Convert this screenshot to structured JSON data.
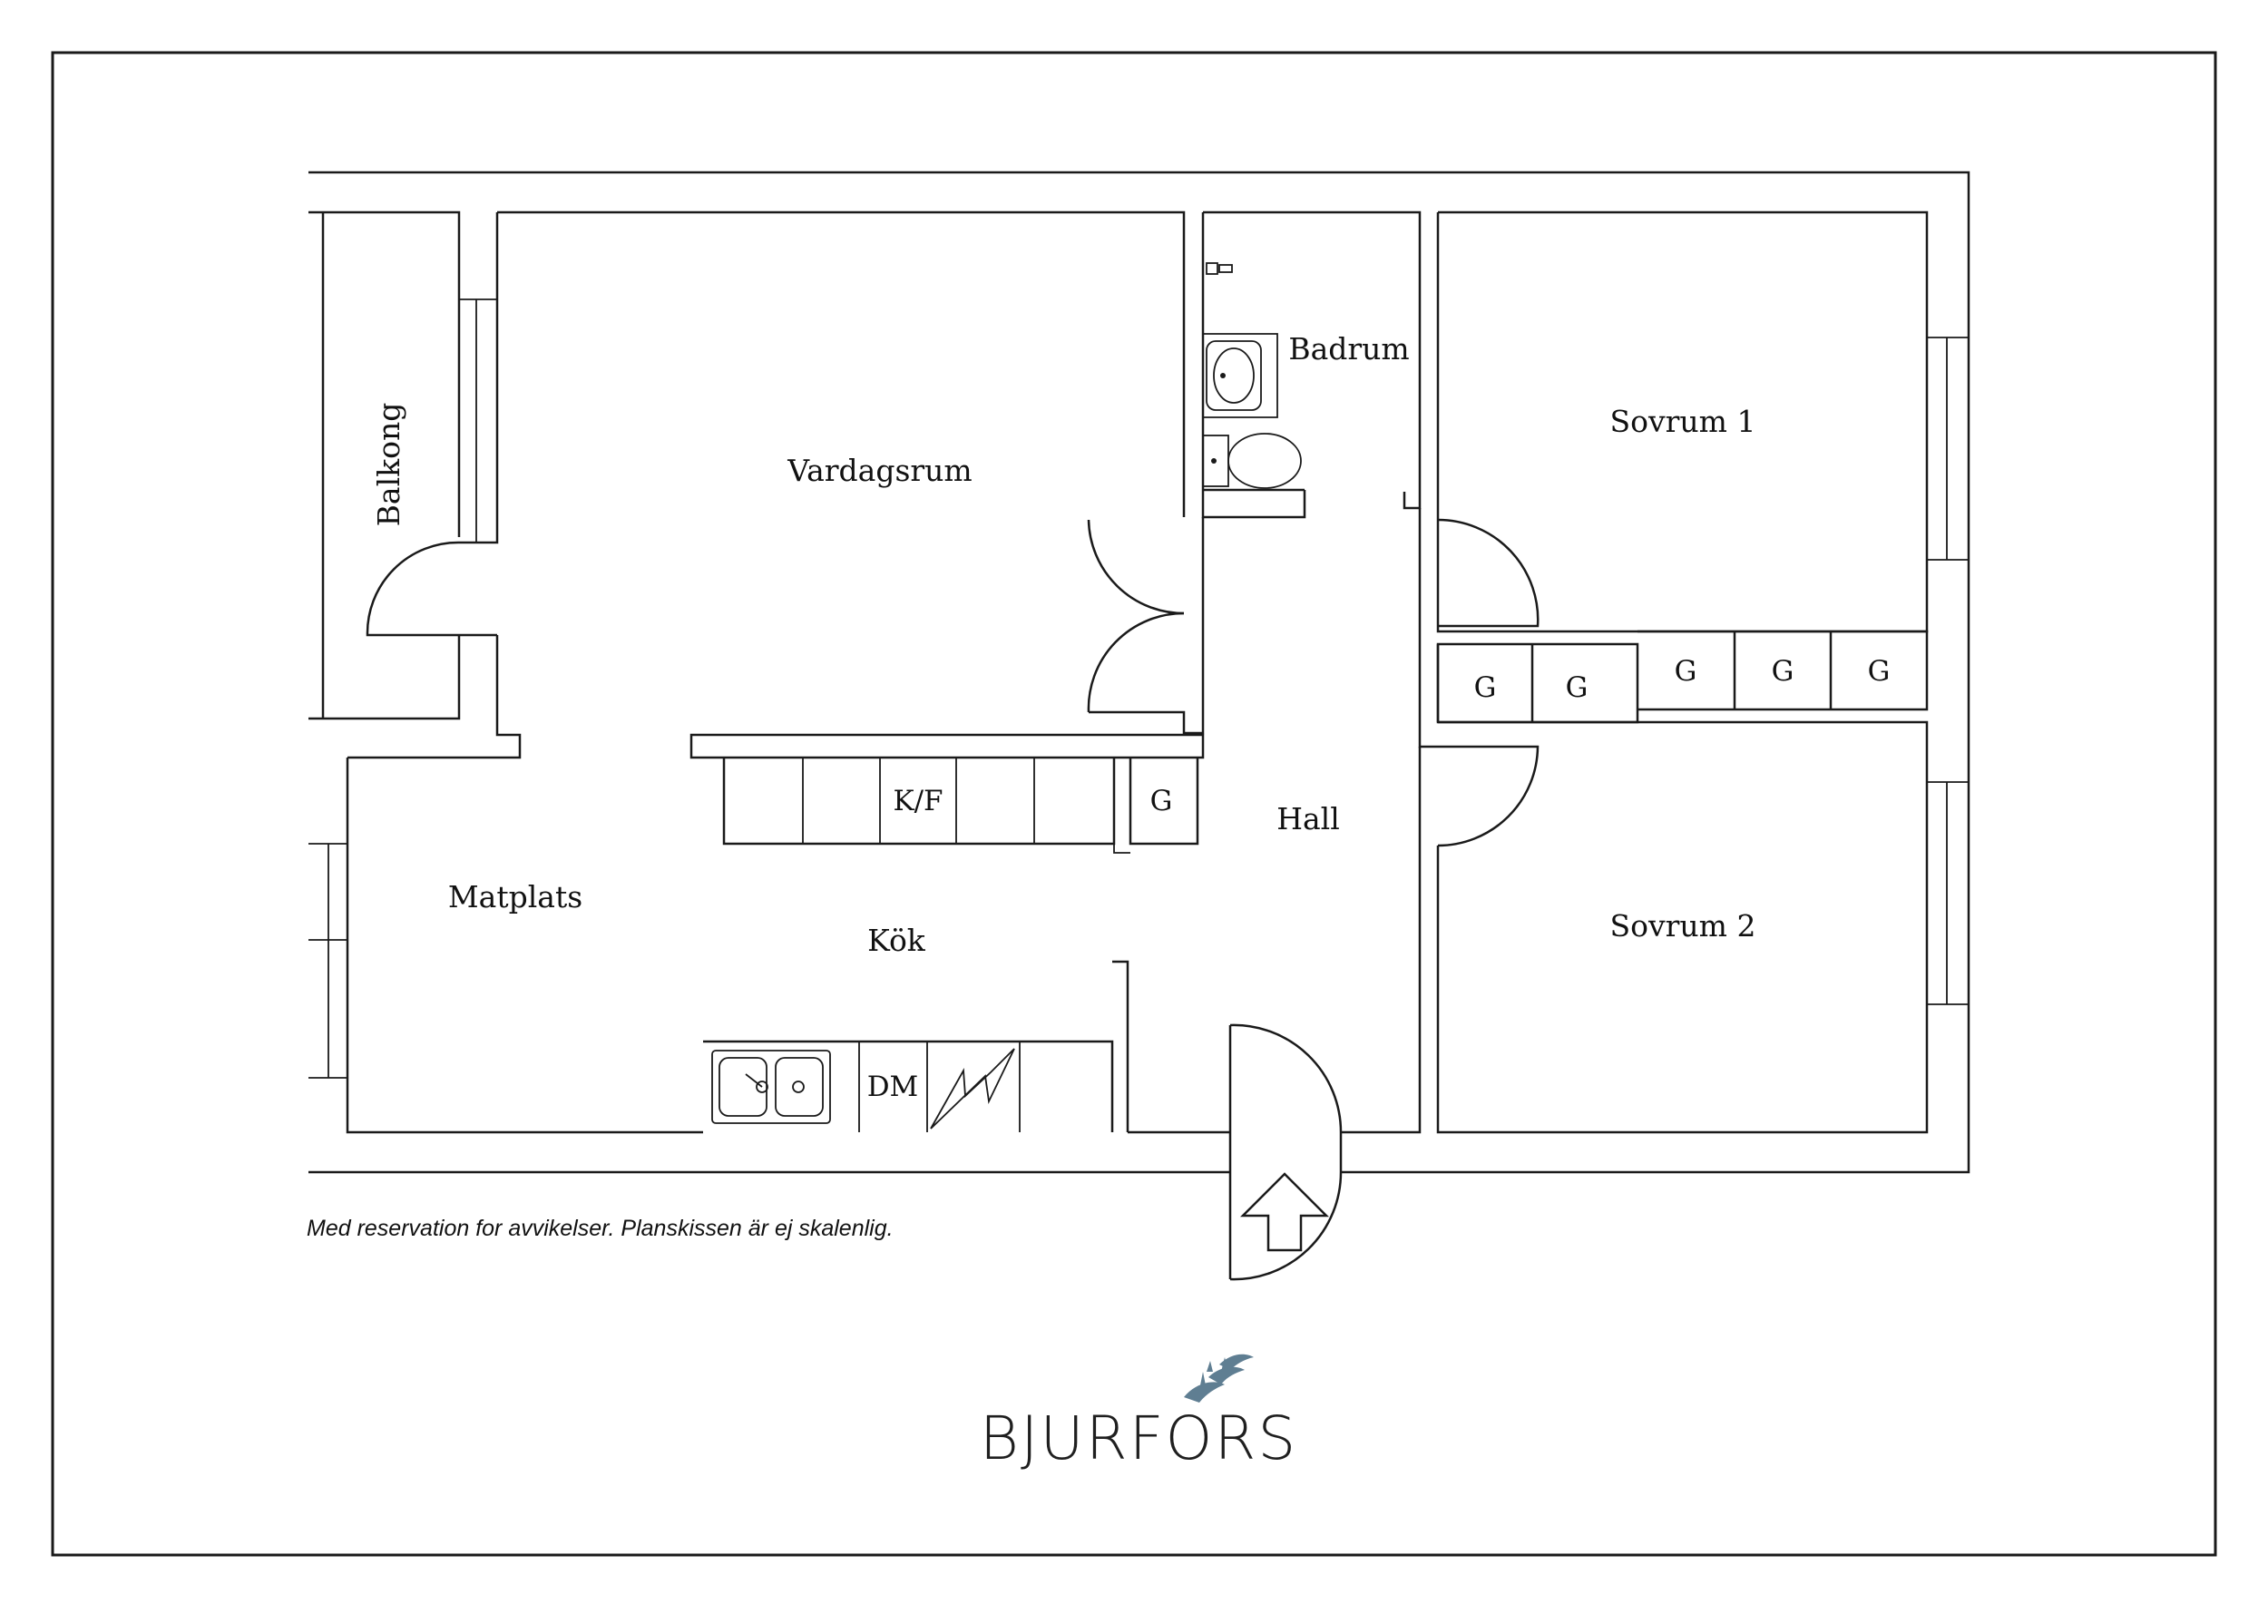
{
  "rooms": {
    "balkong": "Balkong",
    "vardagsrum": "Vardagsrum",
    "badrum": "Badrum",
    "sovrum1": "Sovrum 1",
    "sovrum2": "Sovrum 2",
    "matplats": "Matplats",
    "kok": "Kök",
    "hall": "Hall"
  },
  "fixtures": {
    "kf": "K/F",
    "dm": "DM",
    "wardrobe": "G"
  },
  "disclaimer": "Med reservation for avvikelser. Planskissen är ej skalenlig.",
  "brand": {
    "name": "BJURFORS",
    "color": "#5f7e92"
  },
  "icons": [
    "sink-icon",
    "toilet-icon",
    "shower-icon",
    "kitchen-sink-icon",
    "stove-icon",
    "entrance-arrow-icon",
    "bird-logo-icon"
  ]
}
